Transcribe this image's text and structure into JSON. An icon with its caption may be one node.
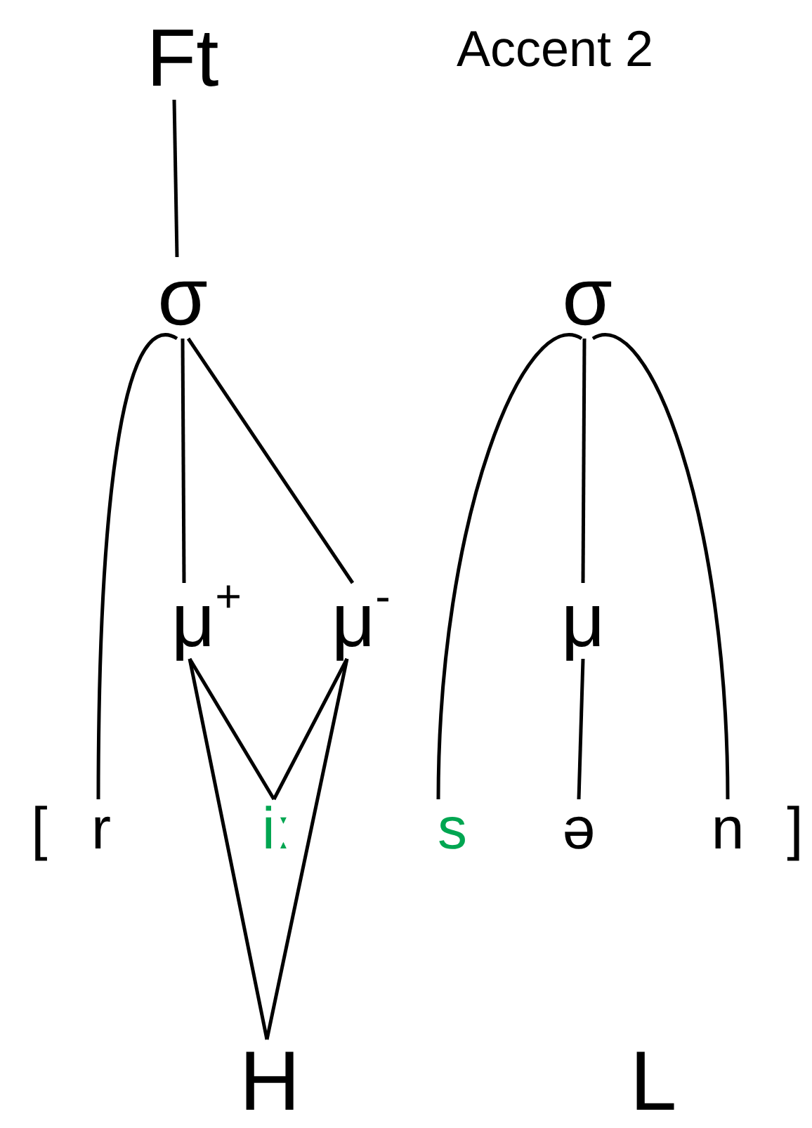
{
  "diagram": {
    "nodes": [
      {
        "text": [
          "Ft"
        ]
      },
      {
        "text": [
          "σ"
        ]
      },
      {
        "text": [
          "σ"
        ]
      },
      {
        "text": [
          "μ$^{+}$"
        ]
      },
      {
        "text": [
          "μ$^{-}$"
        ]
      },
      {
        "text": [
          "μ"
        ]
      },
      {
        "text": [
          "r"
        ]
      },
      {
        "text": [
          "iː"
        ]
      },
      {
        "text": [
          "s"
        ]
      },
      {
        "text": [
          "ə"
        ]
      },
      {
        "text": [
          "n"
        ]
      },
      {
        "text": [
          "H"
        ]
      },
      {
        "text": [
          "L"
        ]
      }
    ],
    "edges": [
      {
        "from": 0,
        "to": 1,
        "arrow": "none"
      },
      {
        "from": 1,
        "to": 6,
        "arrow": "none"
      },
      {
        "from": 1,
        "to": 3,
        "arrow": "none"
      },
      {
        "from": 1,
        "to": 4,
        "arrow": "none"
      },
      {
        "from": 2,
        "to": 8,
        "arrow": "none"
      },
      {
        "from": 2,
        "to": 5,
        "arrow": "none"
      },
      {
        "from": 2,
        "to": 10,
        "arrow": "none"
      },
      {
        "from": 5,
        "to": 9,
        "arrow": "none"
      },
      {
        "from": 3,
        "to": 7,
        "arrow": "none"
      },
      {
        "from": 4,
        "to": 7,
        "arrow": "none"
      },
      {
        "from": 3,
        "to": 11,
        "arrow": "none"
      },
      {
        "from": 4,
        "to": 11,
        "arrow": "none"
      }
    ],
    "labels": [
      "Accent 2",
      "[",
      "]"
    ]
  }
}
